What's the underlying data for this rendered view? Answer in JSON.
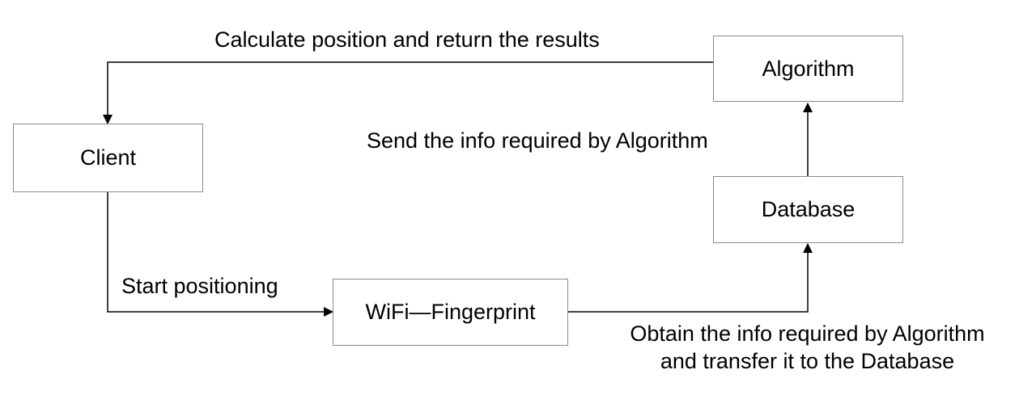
{
  "nodes": {
    "algorithm": "Algorithm",
    "client": "Client",
    "database": "Database",
    "wifi": "WiFi—Fingerprint"
  },
  "edges": {
    "algorithm_to_client": "Calculate position and return the results",
    "database_to_algorithm": "Send the info required by Algorithm",
    "client_to_wifi": "Start positioning",
    "wifi_to_database_line1": "Obtain the info required by Algorithm",
    "wifi_to_database_line2": "and transfer it to the Database"
  },
  "colors": {
    "box_border": "#8a8a8a",
    "line": "#000000",
    "text": "#000000"
  }
}
